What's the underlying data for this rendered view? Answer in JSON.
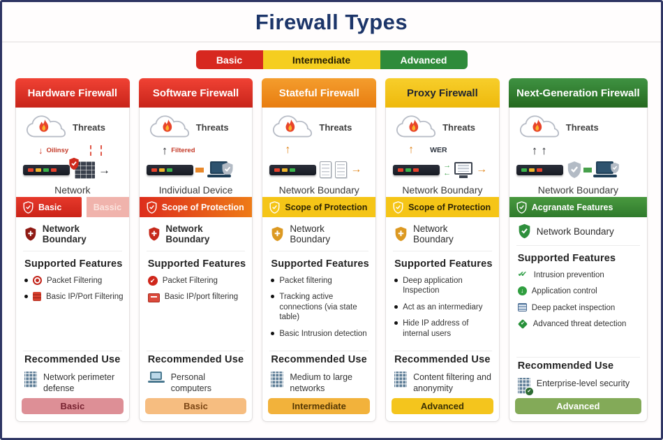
{
  "title": "Firewall Types",
  "legend": [
    {
      "label": "Basic",
      "color": "#d7281f"
    },
    {
      "label": "Intermediate",
      "color": "#f5ce20"
    },
    {
      "label": "Advanced",
      "color": "#2e8b3a"
    }
  ],
  "colors": {
    "frame_navy": "#2e3563",
    "title_navy": "#1c3569",
    "header_red": "#dd2a1e",
    "header_orange": "#ee8a18",
    "header_yellow": "#f3c515",
    "header_green": "#2e7d33",
    "band_pink_ghost": "#f0b3ac",
    "badge_rose": "#dd8f96",
    "badge_peach": "#f6bd80",
    "badge_amber": "#f2b23b",
    "badge_gold": "#f4c51d",
    "badge_green": "#83aa58"
  },
  "icons": {
    "threat-cloud-icon": "cloud with flame",
    "shield-icon": "shield outline with check",
    "scope-shield-icon": "filled shield with cross",
    "bullet-dot": "black dot",
    "building-icon": "office building",
    "laptop-icon": "laptop",
    "firewall-appliance": "network appliance with LEDs"
  },
  "columns": [
    {
      "header": "Hardware Firewall",
      "illustration": {
        "threats_label": "Threats",
        "flow_label": "Oilinsy",
        "caption": "Network"
      },
      "band": {
        "label": "Basic",
        "ghost_label": "Bassic"
      },
      "scope_label": "Network Boundary",
      "features_title": "Supported Features",
      "features": [
        {
          "icon": "packet-filtering-icon",
          "text": "Packet Filtering"
        },
        {
          "icon": "ip-port-icon",
          "text": "Basic IP/Port Filtering"
        }
      ],
      "recommended_title": "Recommended Use",
      "recommended_icon": "building-icon",
      "recommended_text": "Network perimeter defense",
      "badge": "Basic"
    },
    {
      "header": "Software Firewall",
      "illustration": {
        "threats_label": "Threats",
        "flow_label": "Filtered",
        "caption": "Individual Device"
      },
      "band": {
        "label": "Scope of Protection"
      },
      "scope_label": "Network Boundary",
      "features_title": "Supported Features",
      "features": [
        {
          "icon": "check-circle-icon",
          "text": "Packet Filtering"
        },
        {
          "icon": "monitor-icon",
          "text": "Basic IP/port filtering"
        }
      ],
      "recommended_title": "Recommended Use",
      "recommended_icon": "laptop-icon",
      "recommended_text": "Personal computers",
      "badge": "Basic"
    },
    {
      "header": "Stateful Firewall",
      "illustration": {
        "threats_label": "Threats",
        "caption": "Network Boundary"
      },
      "band": {
        "label": "Scope of Protection"
      },
      "scope_label": "Network Boundary",
      "features_title": "Supported Features",
      "features": [
        {
          "icon": "bullet-dot",
          "text": "Packet filtering"
        },
        {
          "icon": "bullet-dot",
          "text": "Tracking active connections (via state table)"
        },
        {
          "icon": "bullet-dot",
          "text": "Basic Intrusion detection"
        }
      ],
      "recommended_title": "Recommended Use",
      "recommended_icon": "building-icon",
      "recommended_text": "Medium to large networks",
      "badge": "Intermediate"
    },
    {
      "header": "Proxy Firewall",
      "illustration": {
        "threats_label": "Threats",
        "flow_label": "WER",
        "caption": "Network Boundary"
      },
      "band": {
        "label": "Scope of Protection"
      },
      "scope_label": "Network Boundary",
      "features_title": "Supported Features",
      "features": [
        {
          "icon": "bullet-dot",
          "text": "Deep application Inspection"
        },
        {
          "icon": "bullet-dot",
          "text": "Act as an intermediary"
        },
        {
          "icon": "bullet-dot",
          "text": "Hide IP address of internal users"
        }
      ],
      "recommended_title": "Recommended Use",
      "recommended_icon": "building-icon",
      "recommended_text": "Content filtering and anonymity",
      "badge": "Advanced"
    },
    {
      "header": "Next-Generation Firewall",
      "illustration": {
        "threats_label": "Threats",
        "caption": "Network Boundary"
      },
      "band": {
        "label": "Acgranate Features"
      },
      "scope_label": "Network Boundary",
      "features_title": "Supported Features",
      "features": [
        {
          "icon": "double-check-icon",
          "text": "Intrusion prevention"
        },
        {
          "icon": "application-control-icon",
          "text": "Application control"
        },
        {
          "icon": "list-icon",
          "text": "Deep packet inspection"
        },
        {
          "icon": "diamond-check-icon",
          "text": "Advanced threat detection"
        }
      ],
      "recommended_title": "Recommended Use",
      "recommended_icon": "building-shield-icon",
      "recommended_text": "Enterprise-level security",
      "badge": "Advanced"
    }
  ]
}
